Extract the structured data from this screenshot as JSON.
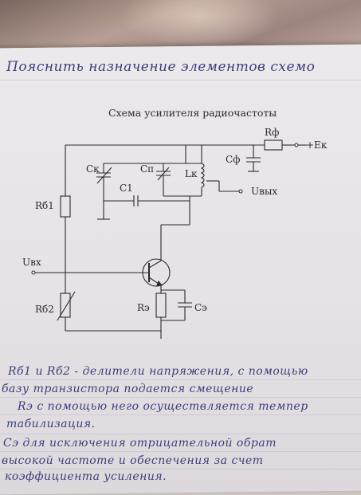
{
  "handwriting": {
    "heading": "Пояснить назначение элементов схемо",
    "notes": [
      "Rб1 и Rб2 - делители напряжения, с помощью",
      "базу транзистора подается смещение",
      "Rэ с помощью него осуществляется темпер",
      "табилизация.",
      "Cэ для исключения отрицательной обрат",
      "высокой частоте и обеспечения за счет",
      "коэффициента усиления."
    ]
  },
  "schematic": {
    "title": "Схема усилителя радиочастоты",
    "labels": {
      "rf": "Rф",
      "ek": "+Eк",
      "cf": "Cф",
      "ck": "Cк",
      "cp": "Cп",
      "lk": "Lк",
      "c1": "C1",
      "uout": "Uвых",
      "rb1": "Rб1",
      "uin": "Uвх",
      "rb2": "Rб2",
      "re": "Rэ",
      "ce": "Cэ"
    }
  }
}
